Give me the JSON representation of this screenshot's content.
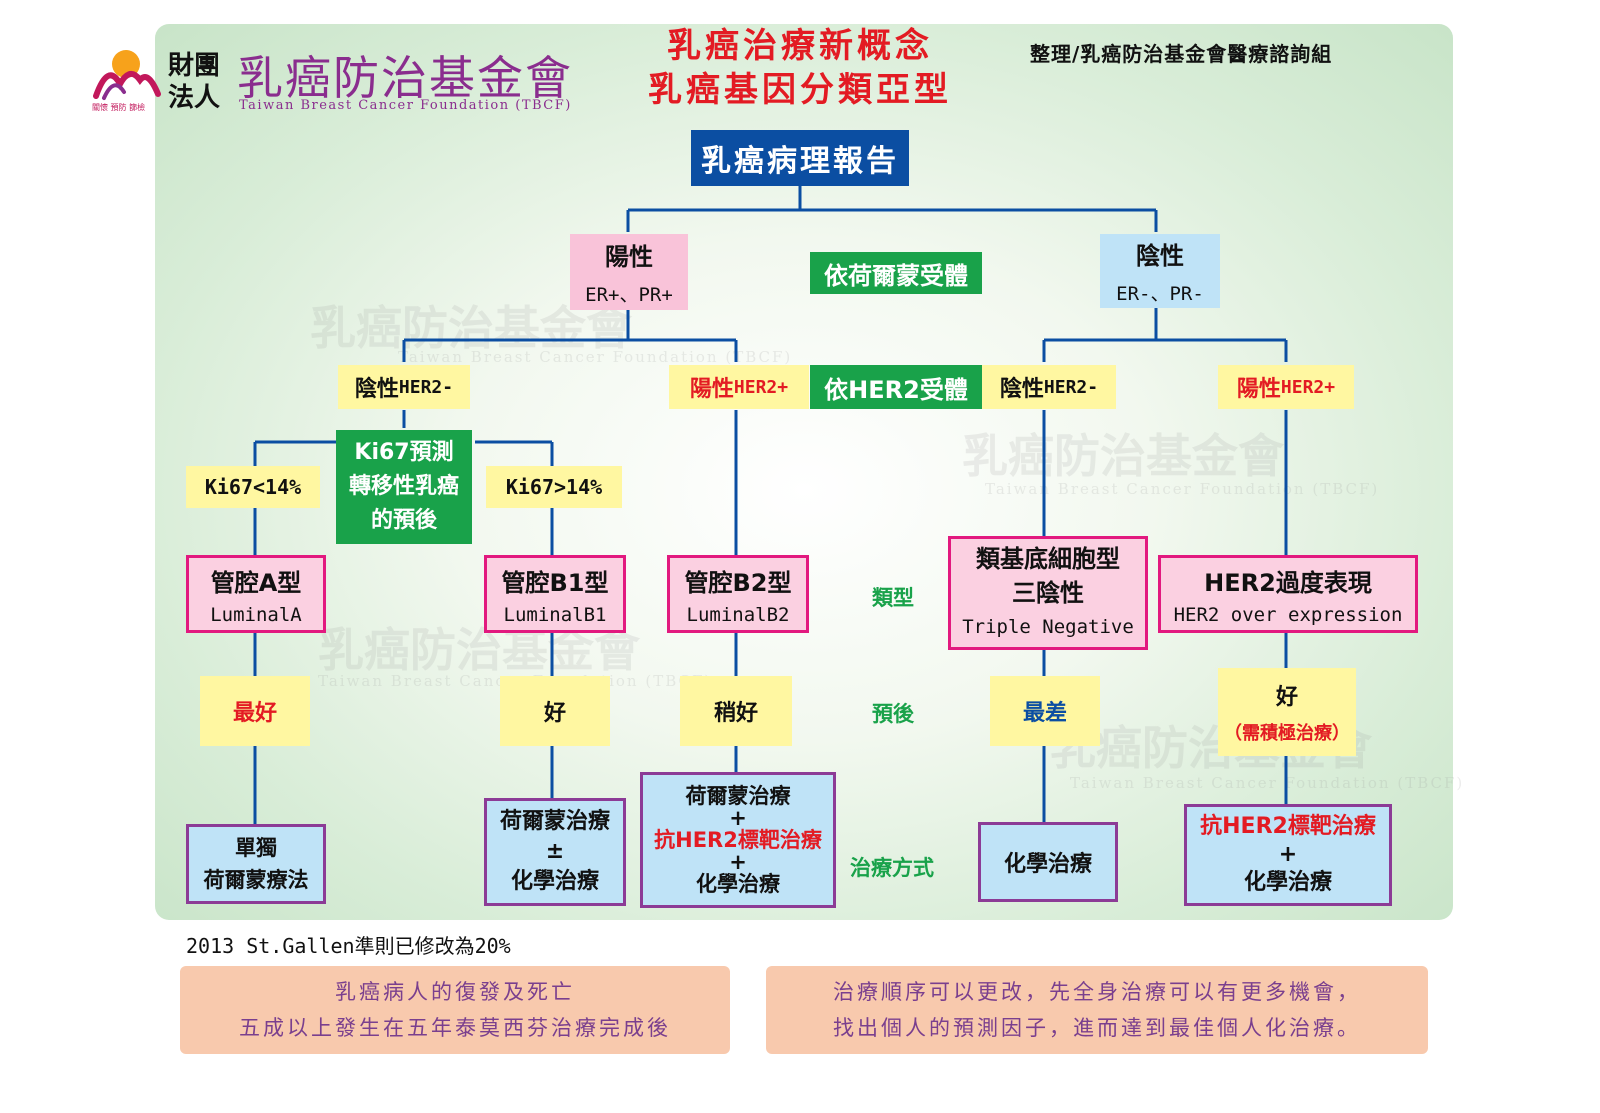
{
  "header": {
    "org_prefix_1": "財團",
    "org_prefix_2": "法人",
    "org_name": "乳癌防治基金會",
    "org_english": "Taiwan Breast Cancer Foundation (TBCF)",
    "logo_tagline": "關懷 預防 篩檢",
    "title_line1": "乳癌治療新概念",
    "title_line2": "乳癌基因分類亞型",
    "credit": "整理/乳癌防治基金會醫療諮詢組"
  },
  "tree": {
    "root": "乳癌病理報告",
    "hormone_criterion": "依荷爾蒙受體",
    "her2_criterion": "依HER2受體",
    "positive": {
      "label": "陽性",
      "sub": "ER+、PR+"
    },
    "negative": {
      "label": "陰性",
      "sub": "ER-、PR-"
    },
    "pos_her2_neg": {
      "prefix": "陰性",
      "suffix": "HER2-"
    },
    "pos_her2_pos": {
      "prefix": "陽性",
      "suffix": "HER2+"
    },
    "neg_her2_neg": {
      "prefix": "陰性",
      "suffix": "HER2-"
    },
    "neg_her2_pos": {
      "prefix": "陽性",
      "suffix": "HER2+"
    },
    "ki67_box": [
      "Ki67預測",
      "轉移性乳癌",
      "的預後"
    ],
    "ki67_low": "Ki67<14%",
    "ki67_high": "Ki67>14%",
    "types": {
      "luminal_a": [
        "管腔A型",
        "LuminalA"
      ],
      "luminal_b1": [
        "管腔B1型",
        "LuminalB1"
      ],
      "luminal_b2": [
        "管腔B2型",
        "LuminalB2"
      ],
      "triple_neg": [
        "類基底細胞型",
        "三陰性",
        "Triple Negative"
      ],
      "her2_over": [
        "HER2過度表現",
        "HER2 over expression"
      ]
    },
    "prognosis": {
      "luminal_a": "最好",
      "luminal_b1": "好",
      "luminal_b2": "稍好",
      "triple_neg": "最差",
      "her2_over": "好",
      "her2_over_note": "（需積極治療）"
    },
    "treatment": {
      "luminal_a": [
        "單獨",
        "荷爾蒙療法"
      ],
      "luminal_b1": [
        "荷爾蒙治療",
        "±",
        "化學治療"
      ],
      "luminal_b2": [
        "荷爾蒙治療",
        "+",
        "抗HER2標靶治療",
        "+",
        "化學治療"
      ],
      "triple_neg": [
        "化學治療"
      ],
      "her2_over": [
        "抗HER2標靶治療",
        "+",
        "化學治療"
      ]
    },
    "side_labels": {
      "type": "類型",
      "prognosis": "預後",
      "treatment": "治療方式"
    }
  },
  "footnote": "2013 St.Gallen準則已修改為20%",
  "notes": {
    "left": [
      "乳癌病人的復發及死亡",
      "五成以上發生在五年泰莫西芬治療完成後"
    ],
    "right": [
      "治療順序可以更改，先全身治療可以有更多機會，",
      "找出個人的預測因子，進而達到最佳個人化治療。"
    ]
  },
  "colors": {
    "title_red": "#e31b23",
    "root_blue": "#0b4ea2",
    "line_blue": "#0b4ea2",
    "criterion_green": "#19a24a",
    "type_border_magenta": "#e2197f",
    "treatment_border_purple": "#8c3b96",
    "yellow_label": "#fff7a1",
    "note_peach": "#f8c9ad",
    "org_purple": "#8a2d8e"
  }
}
